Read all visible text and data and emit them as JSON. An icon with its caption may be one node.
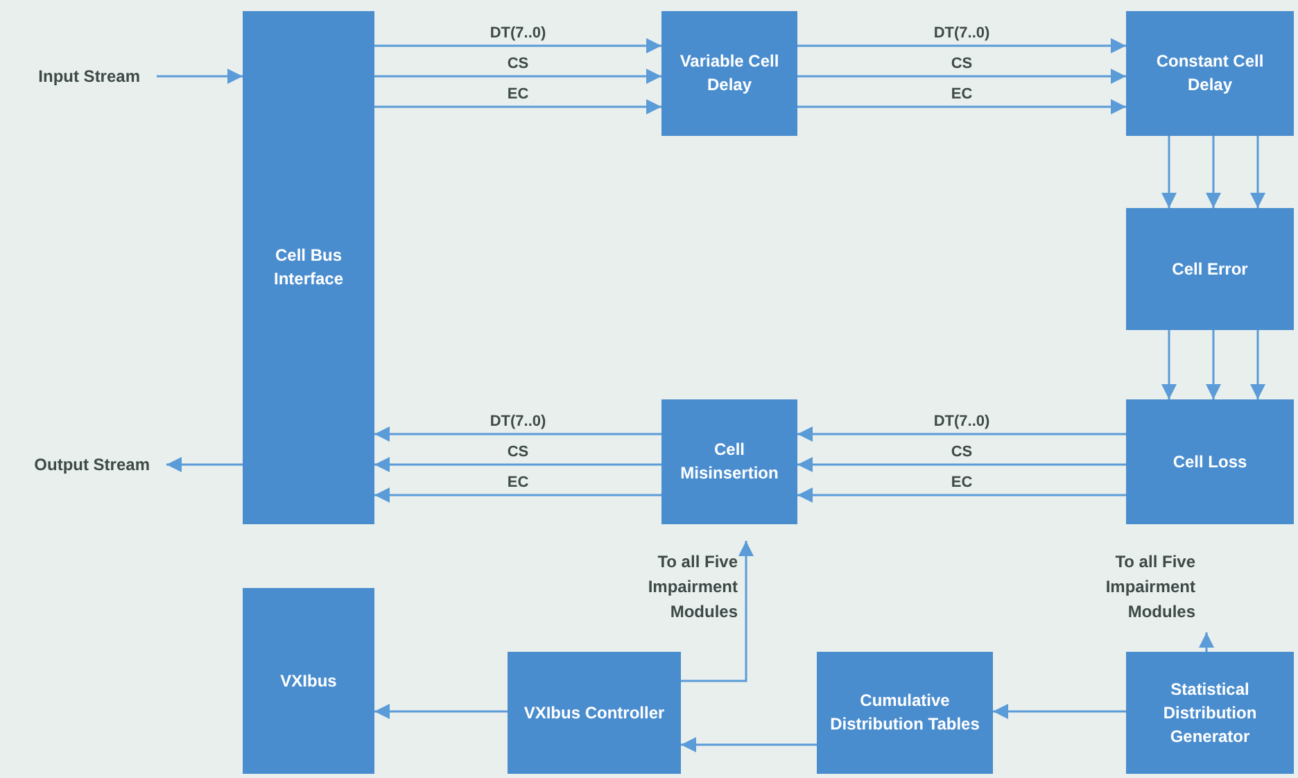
{
  "diagram": {
    "nodes": [
      {
        "text": [
          "Input Stream"
        ]
      },
      {
        "text": [
          "Cell Bus Interface"
        ]
      },
      {
        "text": [
          "Variable Cell Delay"
        ]
      },
      {
        "text": [
          "Constant Cell Delay"
        ]
      },
      {
        "text": [
          "Cell Error"
        ]
      },
      {
        "text": [
          "Output Stream"
        ]
      },
      {
        "text": [
          "Cell Misinsertion"
        ]
      },
      {
        "text": [
          "Cell Loss"
        ]
      },
      {
        "text": [
          "VXIbus"
        ]
      },
      {
        "text": [
          "VXIbus Controller"
        ]
      },
      {
        "text": [
          "Cumulative Distribution Tables"
        ]
      },
      {
        "text": [
          "Statistical Distribution Generator"
        ]
      },
      {
        "text": [
          "To all Five Impairment Modules"
        ]
      },
      {
        "text": [
          "To all Five Impairment Modules"
        ]
      }
    ],
    "edges": [
      {
        "from": 0,
        "to": 1,
        "arrow": "to"
      },
      {
        "from": 1,
        "to": 2,
        "arrow": "to",
        "label": "DT(7..0)"
      },
      {
        "from": 1,
        "to": 2,
        "arrow": "to",
        "label": "CS"
      },
      {
        "from": 1,
        "to": 2,
        "arrow": "to",
        "label": "EC"
      },
      {
        "from": 2,
        "to": 3,
        "arrow": "to",
        "label": "DT(7..0)"
      },
      {
        "from": 2,
        "to": 3,
        "arrow": "to",
        "label": "CS"
      },
      {
        "from": 2,
        "to": 3,
        "arrow": "to",
        "label": "EC"
      },
      {
        "from": 3,
        "to": 4,
        "arrow": "to"
      },
      {
        "from": 3,
        "to": 4,
        "arrow": "to"
      },
      {
        "from": 3,
        "to": 4,
        "arrow": "to"
      },
      {
        "from": 4,
        "to": 7,
        "arrow": "to"
      },
      {
        "from": 4,
        "to": 7,
        "arrow": "to"
      },
      {
        "from": 4,
        "to": 7,
        "arrow": "to"
      },
      {
        "from": 7,
        "to": 6,
        "arrow": "to",
        "label": "DT(7..0)"
      },
      {
        "from": 7,
        "to": 6,
        "arrow": "to",
        "label": "CS"
      },
      {
        "from": 7,
        "to": 6,
        "arrow": "to",
        "label": "EC"
      },
      {
        "from": 6,
        "to": 1,
        "arrow": "to",
        "label": "DT(7..0)"
      },
      {
        "from": 6,
        "to": 1,
        "arrow": "to",
        "label": "CS"
      },
      {
        "from": 6,
        "to": 1,
        "arrow": "to",
        "label": "EC"
      },
      {
        "from": 1,
        "to": 5,
        "arrow": "to"
      },
      {
        "from": 9,
        "to": 8,
        "arrow": "to"
      },
      {
        "from": 9,
        "to": 12,
        "arrow": "to"
      },
      {
        "from": 11,
        "to": 13,
        "arrow": "to"
      },
      {
        "from": 11,
        "to": 10,
        "arrow": "to"
      },
      {
        "from": 10,
        "to": 9,
        "arrow": "to"
      }
    ]
  }
}
